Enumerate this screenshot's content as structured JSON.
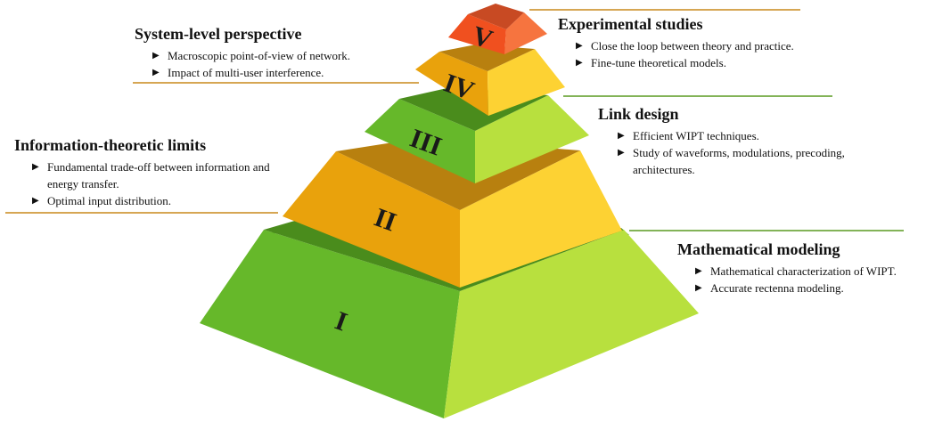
{
  "colors": {
    "green_left": "#66b82a",
    "green_right": "#b8e03e",
    "green_top": "#4a8c1c",
    "orange_left": "#e9a20c",
    "orange_right": "#fdd233",
    "orange_top": "#b8800f",
    "red_left": "#f0501f",
    "red_right": "#f6743f",
    "red_top": "#c84a23",
    "line_green": "#5a9a20",
    "line_orange": "#c9891a"
  },
  "tiers": [
    {
      "label": "I"
    },
    {
      "label": "II"
    },
    {
      "label": "III"
    },
    {
      "label": "IV"
    },
    {
      "label": "V"
    }
  ],
  "annotations": {
    "experimental": {
      "title": "Experimental studies",
      "bullets": [
        "Close the loop between theory and practice.",
        "Fine-tune theoretical models."
      ]
    },
    "system": {
      "title": "System-level perspective",
      "bullets": [
        "Macroscopic point-of-view of network.",
        "Impact of multi-user interference."
      ]
    },
    "link": {
      "title": "Link design",
      "bullets": [
        "Efficient WIPT techniques.",
        "Study of waveforms, modulations, precoding, architectures."
      ]
    },
    "info": {
      "title": "Information-theoretic limits",
      "bullets": [
        "Fundamental trade-off between information and energy transfer.",
        "Optimal input distribution."
      ]
    },
    "modeling": {
      "title": "Mathematical modeling",
      "bullets": [
        "Mathematical characterization of WIPT.",
        "Accurate rectenna modeling."
      ]
    }
  }
}
